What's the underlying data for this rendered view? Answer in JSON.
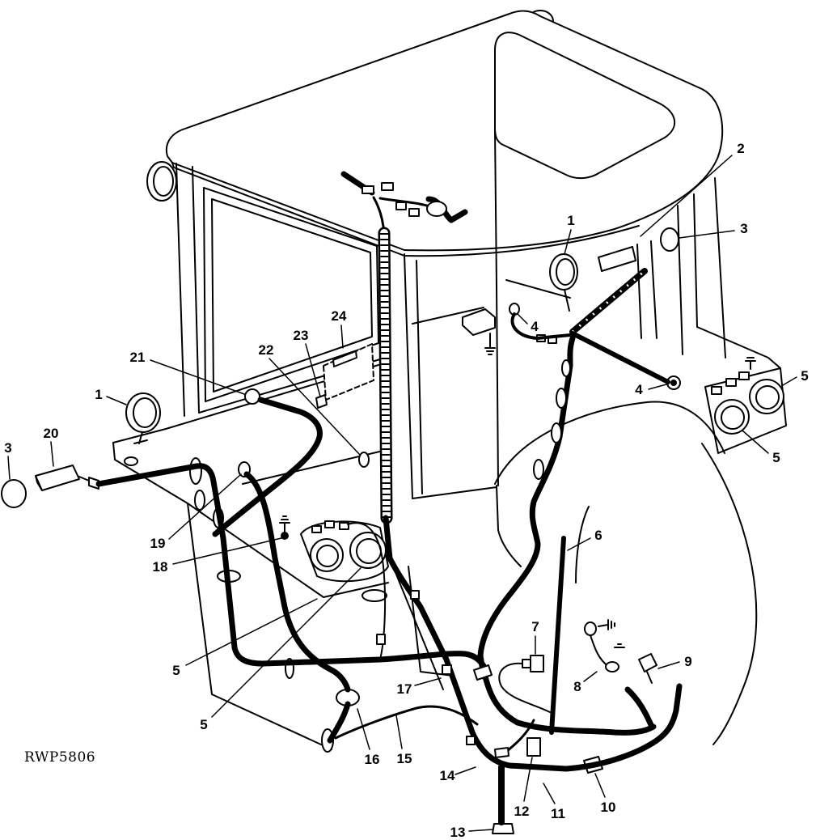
{
  "figure_id": "RWP5806",
  "colors": {
    "line": "#000000",
    "background": "#ffffff"
  },
  "callouts": [
    "1",
    "2",
    "3",
    "4",
    "4",
    "5",
    "5",
    "6",
    "7",
    "8",
    "9",
    "10",
    "11",
    "12",
    "13",
    "14",
    "15",
    "16",
    "17",
    "5",
    "5",
    "18",
    "19",
    "1",
    "20",
    "3",
    "21",
    "22",
    "23",
    "24"
  ]
}
